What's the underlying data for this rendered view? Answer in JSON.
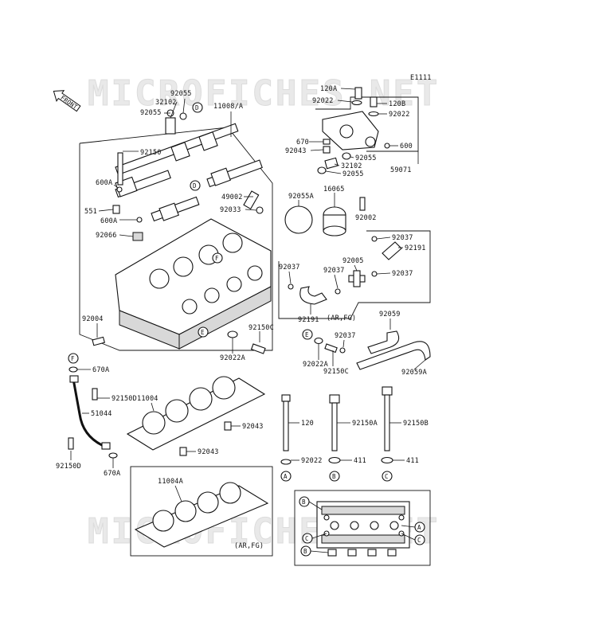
{
  "watermark": "MICROFICHES.NET",
  "code": "E1111",
  "front": "FRONT",
  "labels": {
    "p92055a": "92055",
    "p32102a": "32102",
    "p92055b": "92055",
    "p11008": "11008/A",
    "p92150a": "92150",
    "p600a1": "600A",
    "p551": "551",
    "p600a2": "600A",
    "p92066": "92066",
    "p49002": "49002",
    "p92033": "92033",
    "p120a": "120A",
    "p92022a": "92022",
    "p120b": "120B",
    "p92022b": "92022",
    "p670a": "670",
    "p92043a": "92043",
    "p600": "600",
    "p92055c": "92055",
    "p32102b": "32102",
    "p92055d": "92055",
    "p59071": "59071",
    "p16065": "16065",
    "p92055e": "92055A",
    "p92002": "92002",
    "p92037a": "92037",
    "p92191a": "92191",
    "p92005": "92005",
    "p92037b": "92037",
    "p92037c": "92037",
    "p92037d": "92037",
    "p92191b": "92191",
    "p_arfg1": "(AR,FG)",
    "p92004": "92004",
    "p92150c1": "92150C",
    "p92022c": "92022A",
    "p92059": "92059",
    "p92037e": "92037",
    "p92022d": "92022A",
    "p92150c2": "92150C",
    "p92059a": "92059A",
    "p670a1": "670A",
    "p92150d1": "92150D",
    "p11004": "11004",
    "p51044": "51044",
    "p92043b": "92043",
    "p92043c": "92043",
    "p92150d2": "92150D",
    "p670a2": "670A",
    "p120": "120",
    "p92150a2": "92150A",
    "p92150b": "92150B",
    "p92022e": "92022",
    "p411a": "411",
    "p411b": "411",
    "p11004a": "11004A",
    "p_arfg2": "(AR,FG)"
  },
  "callouts": {
    "a1": "A",
    "b1": "B",
    "c1": "C",
    "d1": "D",
    "d2": "D",
    "e1": "E",
    "e2": "E",
    "f1": "F",
    "f2": "F",
    "ba": "A",
    "bb1": "B",
    "bb2": "B",
    "bc1": "C",
    "bc2": "C"
  }
}
